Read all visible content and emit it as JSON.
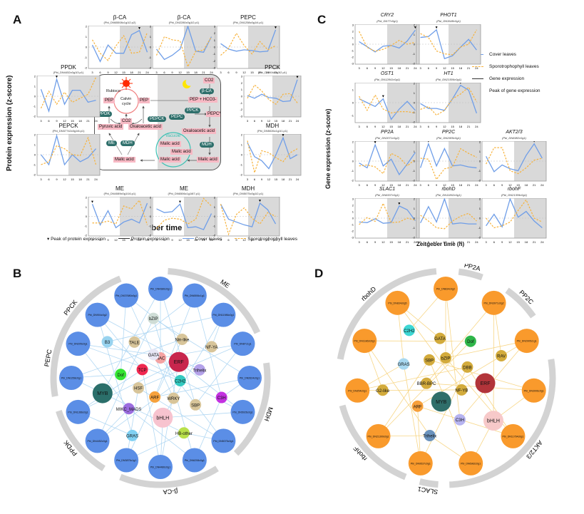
{
  "panels": {
    "A": {
      "letter": "A",
      "ylabel": "Protein expression (z-score)",
      "xlabel": "Zeitgeber time (h)"
    },
    "B": {
      "letter": "B"
    },
    "C": {
      "letter": "C",
      "ylabel": "Gene expression (z-score)",
      "xlabel": "Zeitgeber time (h)"
    },
    "D": {
      "letter": "D"
    }
  },
  "colors": {
    "cover": "#6f9ee8",
    "sporo": "#f7b23b",
    "night": "#d9d9d9",
    "node_blue": "#5b8ee6",
    "node_orange": "#f99a2c",
    "edge_blue": "#aad4f2",
    "edge_orange": "#f7d27a"
  },
  "legendA": {
    "peak": "Peak of protein expression",
    "expr": "Protein expression",
    "cover": "Cover leaves",
    "sporo": "Sporotrophophyll leaves"
  },
  "legendC": {
    "cover": "Cover leaves",
    "sporo": "Sporotrophophyll leaves",
    "expr": "Gene expression",
    "peak": "Peak of gene expression"
  },
  "xticks": [
    "3",
    "6",
    "9",
    "12",
    "15",
    "18",
    "21",
    "24"
  ],
  "diagram": {
    "rubisco": "Rubisco",
    "calvin1": "Calvin",
    "calvin2": "cycle",
    "pep_left": "PEP",
    "pep_mid": "PEP",
    "co2_mid": "CO2",
    "co2_top": "CO2",
    "pep_plus_hco3": "PEP + HCO3-",
    "pepc_star": "PEPC*",
    "pyruvic": "Pyruvic acid",
    "oaa_left": "Oxaloacetic acid",
    "oaa_right": "Oxaloacetic acid",
    "vacuole": "Vacuole",
    "malic1": "Malic acid",
    "malic2": "Malic acid",
    "malic3": "Malic acid",
    "malic_left": "Malic acid",
    "malic_right": "Malic acid",
    "enz_ppdk": "PPDK",
    "enz_pepck": "PEPCK",
    "enz_pepc": "PEPC",
    "enz_ppck": "PPCK",
    "enz_bca": "β-CA",
    "enz_me": "ME",
    "enz_mdh_left": "MDH",
    "enz_mdh_right": "MDH"
  },
  "chart_data": [
    {
      "type": "line",
      "panel": "A",
      "title": "β-CA",
      "subtitle": "(Pbi_DN65508c1g1i2.p2)",
      "x": [
        3,
        6,
        9,
        12,
        15,
        18,
        21,
        24
      ],
      "ylim": [
        -2,
        2
      ],
      "series": [
        {
          "name": "Cover leaves",
          "values": [
            0.2,
            -1.4,
            0.2,
            -0.6,
            -0.6,
            1.2,
            1.6,
            -0.5
          ]
        },
        {
          "name": "Sporotrophophyll leaves",
          "values": [
            0.7,
            -0.6,
            -1.3,
            0.1,
            1.1,
            -0.6,
            -0.5,
            1.4
          ]
        }
      ],
      "peak_x": 21
    },
    {
      "type": "line",
      "panel": "A",
      "title": "β-CA",
      "subtitle": "(Pbi_DN2280c0g1i2.p1)",
      "x": [
        3,
        6,
        9,
        12,
        15,
        18,
        21,
        24
      ],
      "ylim": [
        -2,
        2
      ],
      "series": [
        {
          "name": "Cover leaves",
          "values": [
            -0.2,
            -1.2,
            -0.8,
            -0.2,
            2.0,
            -0.4,
            -0.5,
            1.0
          ]
        },
        {
          "name": "Sporotrophophyll leaves",
          "values": [
            -0.8,
            1.0,
            0.7,
            0.6,
            -1.9,
            -0.4,
            -0.3,
            1.0
          ]
        }
      ],
      "peak_x": 15
    },
    {
      "type": "line",
      "panel": "A",
      "title": "PEPC",
      "subtitle": "(Pbi_DN1258c0g1i4.p1)",
      "x": [
        3,
        6,
        9,
        12,
        15,
        18,
        21,
        24
      ],
      "ylim": [
        -3,
        3
      ],
      "series": [
        {
          "name": "Cover leaves",
          "values": [
            0.5,
            -0.3,
            -0.6,
            -0.4,
            -0.5,
            -0.7,
            -0.6,
            2.5
          ]
        },
        {
          "name": "Sporotrophophyll leaves",
          "values": [
            -1.2,
            -0.2,
            2.0,
            0.2,
            -1.0,
            0.8,
            -0.4,
            0.2
          ]
        }
      ],
      "peak_x": 24
    },
    {
      "type": "line",
      "panel": "A",
      "title": "PPDK",
      "subtitle": "(Pbi_DN4452c0g1i3.p1)",
      "x": [
        3,
        6,
        9,
        12,
        15,
        18,
        21,
        24
      ],
      "ylim": [
        -2,
        2
      ],
      "series": [
        {
          "name": "Cover leaves",
          "values": [
            0.7,
            -1.5,
            1.7,
            -0.8,
            0.6,
            0.6,
            -0.6,
            -0.4
          ]
        },
        {
          "name": "Sporotrophophyll leaves",
          "values": [
            -1.2,
            0.5,
            -0.8,
            0.4,
            -0.6,
            -0.2,
            0.2,
            1.9
          ]
        }
      ],
      "peak_x": 9
    },
    {
      "type": "line",
      "panel": "A",
      "title": "PPCK",
      "subtitle": "(Pbi_DN904c0g3i2.p1)",
      "x": [
        3,
        6,
        9,
        12,
        15,
        18,
        21,
        24
      ],
      "ylim": [
        -3,
        3
      ],
      "series": [
        {
          "name": "Cover leaves",
          "values": [
            0.1,
            -0.3,
            0.3,
            -0.2,
            -0.3,
            -0.8,
            -0.7,
            2.5
          ]
        },
        {
          "name": "Sporotrophophyll leaves",
          "values": [
            -0.3,
            1.7,
            0.8,
            -0.5,
            -1.2,
            0.3,
            0.4,
            -1.0
          ]
        }
      ],
      "peak_x": 24
    },
    {
      "type": "line",
      "panel": "A",
      "title": "PEPCK",
      "subtitle": "(Pbi_DN37742c0g1i6.p1)",
      "x": [
        3,
        6,
        9,
        12,
        15,
        18,
        21,
        24
      ],
      "ylim": [
        -2,
        2
      ],
      "series": [
        {
          "name": "Cover leaves",
          "values": [
            0.0,
            -1.0,
            1.9,
            -1.0,
            0.0,
            -0.7,
            -0.3,
            0.6
          ]
        },
        {
          "name": "Sporotrophophyll leaves",
          "values": [
            -1.0,
            -0.7,
            0.9,
            0.6,
            0.0,
            -0.1,
            1.7,
            -1.0
          ]
        }
      ],
      "peak_x": 9
    },
    {
      "type": "line",
      "panel": "A",
      "title": "MDH",
      "subtitle": "(Pbi_DN5026c1g1i1.p1)",
      "x": [
        3,
        6,
        9,
        12,
        15,
        18,
        21,
        24
      ],
      "ylim": [
        -2,
        2
      ],
      "series": [
        {
          "name": "Cover leaves",
          "values": [
            1.2,
            -0.2,
            -0.6,
            -1.4,
            0.0,
            1.7,
            -0.4,
            0.0
          ]
        },
        {
          "name": "Sporotrophophyll leaves",
          "values": [
            1.4,
            -1.8,
            0.4,
            0.2,
            -0.3,
            -0.7,
            0.2,
            0.6
          ]
        }
      ],
      "peak_x": 18
    },
    {
      "type": "line",
      "panel": "A",
      "title": "ME",
      "subtitle": "(Pbi_DN4089c0g1i16.p1)",
      "x": [
        3,
        6,
        9,
        12,
        15,
        18,
        21,
        24
      ],
      "ylim": [
        -2,
        2
      ],
      "series": [
        {
          "name": "Cover leaves",
          "values": [
            1.3,
            -0.9,
            0.6,
            -1.2,
            -0.6,
            -0.3,
            -0.7,
            1.4
          ]
        },
        {
          "name": "Sporotrophophyll leaves",
          "values": [
            -0.7,
            -0.7,
            -0.5,
            -0.8,
            1.1,
            0.8,
            1.7,
            -0.9
          ]
        }
      ],
      "peak_x": 3
    },
    {
      "type": "line",
      "panel": "A",
      "title": "ME",
      "subtitle": "(Pbi_DN6506c1g1i87.p1)",
      "x": [
        3,
        6,
        9,
        12,
        15,
        18,
        21,
        24
      ],
      "ylim": [
        -2,
        2
      ],
      "series": [
        {
          "name": "Cover leaves",
          "values": [
            0.8,
            0.4,
            0.5,
            1.3,
            -1.2,
            -1.1,
            -1.4,
            0.3
          ]
        },
        {
          "name": "Sporotrophophyll leaves",
          "values": [
            -1.3,
            -0.4,
            -0.2,
            -0.3,
            -0.8,
            -0.3,
            1.9,
            1.1
          ]
        }
      ],
      "peak_x": 12
    },
    {
      "type": "line",
      "panel": "A",
      "title": "MDH",
      "subtitle": "(Pbi_DN5075c0g1i2.p1)",
      "x": [
        3,
        6,
        9,
        12,
        15,
        18,
        21,
        24
      ],
      "ylim": [
        -2,
        2
      ],
      "series": [
        {
          "name": "Cover leaves",
          "values": [
            1.3,
            -0.3,
            -0.6,
            -0.9,
            -1.1,
            1.4,
            0.7,
            -0.8
          ]
        },
        {
          "name": "Sporotrophophyll leaves",
          "values": [
            1.3,
            -1.9,
            0.2,
            0.9,
            -0.2,
            -0.8,
            0.4,
            0.0
          ]
        }
      ],
      "peak_x": 18
    },
    {
      "type": "line",
      "panel": "C",
      "title": "CRY2",
      "subtitle": "(Pbi_DN77c0g1)",
      "x": [
        3,
        6,
        9,
        12,
        15,
        18,
        21,
        24
      ],
      "ylim": [
        -3,
        3
      ],
      "series": [
        {
          "name": "Cover leaves",
          "values": [
            0.4,
            -0.4,
            -1.2,
            -0.3,
            -0.2,
            -0.6,
            0.5,
            2.2
          ]
        },
        {
          "name": "Sporotrophophyll leaves",
          "values": [
            2.0,
            -0.5,
            -1.1,
            -0.8,
            -0.2,
            0.6,
            0.0,
            0.3
          ]
        }
      ],
      "peak_x": 24
    },
    {
      "type": "line",
      "panel": "C",
      "title": "PHOT1",
      "subtitle": "(Pbi_DN3648c0g1)",
      "x": [
        3,
        6,
        9,
        12,
        15,
        18,
        21,
        24
      ],
      "ylim": [
        -2,
        2
      ],
      "series": [
        {
          "name": "Cover leaves",
          "values": [
            0.7,
            0.8,
            1.5,
            -1.5,
            -1.2,
            -0.3,
            0.5,
            -0.6
          ]
        },
        {
          "name": "Sporotrophophyll leaves",
          "values": [
            1.1,
            0.7,
            -0.7,
            -1.0,
            -1.1,
            -0.3,
            0.0,
            1.5
          ]
        }
      ],
      "peak_x": 9
    },
    {
      "type": "line",
      "panel": "C",
      "title": "OST1",
      "subtitle": "(Pbi_DN12841c0g1)",
      "x": [
        3,
        6,
        9,
        12,
        15,
        18,
        21,
        24
      ],
      "ylim": [
        -1.5,
        1.5
      ],
      "series": [
        {
          "name": "Cover leaves",
          "values": [
            0.3,
            0.0,
            -0.3,
            0.3,
            -1.3,
            -0.5,
            0.1,
            -0.6
          ]
        },
        {
          "name": "Sporotrophophyll leaves",
          "values": [
            0.5,
            -0.6,
            0.6,
            -0.5,
            -0.8,
            -0.7,
            -0.7,
            -0.8
          ]
        }
      ],
      "peak_x": 12
    },
    {
      "type": "line",
      "panel": "C",
      "title": "HT1",
      "subtitle": "(Pbi_DN21506c0g1)",
      "x": [
        3,
        6,
        9,
        12,
        15,
        18,
        21,
        24
      ],
      "ylim": [
        -2,
        2
      ],
      "series": [
        {
          "name": "Cover leaves",
          "values": [
            -0.1,
            -0.6,
            -0.6,
            -0.8,
            0.4,
            1.8,
            1.3,
            -1.1
          ]
        },
        {
          "name": "Sporotrophophyll leaves",
          "values": [
            -0.7,
            -0.4,
            -1.3,
            -0.8,
            0.4,
            0.9,
            1.6,
            0.1
          ]
        }
      ],
      "peak_x": 18
    },
    {
      "type": "line",
      "panel": "C",
      "title": "PP2A",
      "subtitle": "(Pbi_DN3071c0g2)",
      "x": [
        3,
        6,
        9,
        12,
        15,
        18,
        21,
        24
      ],
      "ylim": [
        -2,
        2
      ],
      "series": [
        {
          "name": "Cover leaves",
          "values": [
            -0.2,
            -0.7,
            1.7,
            -0.5,
            0.2,
            -1.4,
            -0.3,
            0.9
          ]
        },
        {
          "name": "Sporotrophophyll leaves",
          "values": [
            -0.5,
            -0.4,
            -0.6,
            -1.3,
            0.8,
            0.4,
            -0.5,
            0.2
          ]
        }
      ],
      "peak_x": 9
    },
    {
      "type": "line",
      "panel": "C",
      "title": "PP2C",
      "subtitle": "(Pbi_DN2905c0g1)",
      "x": [
        3,
        6,
        9,
        12,
        15,
        18,
        21,
        24
      ],
      "ylim": [
        -2,
        2
      ],
      "series": [
        {
          "name": "Cover leaves",
          "values": [
            -0.7,
            1.8,
            -0.5,
            1.3,
            -0.5,
            -0.4,
            -0.6,
            -0.7
          ]
        },
        {
          "name": "Sporotrophophyll leaves",
          "values": [
            0.3,
            0.2,
            -1.9,
            -0.8,
            -0.6,
            1.3,
            0.8,
            0.4
          ]
        }
      ],
      "peak_x": 6
    },
    {
      "type": "line",
      "panel": "C",
      "title": "AKT2/3",
      "subtitle": "(Pbi_DN6982c0g1)",
      "x": [
        3,
        6,
        9,
        12,
        15,
        18,
        21,
        24
      ],
      "ylim": [
        -2,
        2
      ],
      "series": [
        {
          "name": "Cover leaves",
          "values": [
            0.5,
            -1.1,
            -0.4,
            -0.8,
            -1.0,
            0.6,
            1.8,
            0.3
          ]
        },
        {
          "name": "Sporotrophophyll leaves",
          "values": [
            -0.3,
            1.4,
            1.4,
            -1.0,
            -1.3,
            -0.7,
            0.1,
            0.3
          ]
        }
      ],
      "peak_x": 21
    },
    {
      "type": "line",
      "panel": "C",
      "title": "SLAC1",
      "subtitle": "(Pbi_DN6537c0g1)",
      "x": [
        3,
        6,
        9,
        12,
        15,
        18,
        21,
        24
      ],
      "ylim": [
        -3,
        3
      ],
      "series": [
        {
          "name": "Cover leaves",
          "values": [
            -0.6,
            -0.7,
            -0.1,
            -0.8,
            -0.7,
            1.9,
            1.3,
            -0.4
          ]
        },
        {
          "name": "Sporotrophophyll leaves",
          "values": [
            -1.0,
            0.1,
            -0.5,
            2.3,
            -0.7,
            -0.6,
            0.0,
            -0.3
          ]
        }
      ],
      "peak_x": 18
    },
    {
      "type": "line",
      "panel": "C",
      "title": "rbohD",
      "subtitle": "(Pbi_DN11862c0g1)",
      "x": [
        3,
        6,
        9,
        12,
        15,
        18,
        21,
        24
      ],
      "ylim": [
        -2,
        2
      ],
      "series": [
        {
          "name": "Cover leaves",
          "values": [
            -0.5,
            1.2,
            -0.4,
            2.0,
            -0.6,
            -0.5,
            -0.6,
            -0.6
          ]
        },
        {
          "name": "Sporotrophophyll leaves",
          "values": [
            0.3,
            -0.3,
            -1.0,
            -1.1,
            -0.3,
            0.2,
            0.5,
            -0.3
          ]
        }
      ],
      "peak_x": 12
    },
    {
      "type": "line",
      "panel": "C",
      "title": "rbohF",
      "subtitle": "(Pbi_DN21309c0g1)",
      "x": [
        3,
        6,
        9,
        12,
        15,
        18,
        21,
        24
      ],
      "ylim": [
        -2,
        2
      ],
      "series": [
        {
          "name": "Cover leaves",
          "values": [
            -0.8,
            0.4,
            -0.9,
            2.0,
            0.1,
            0.7,
            -0.3,
            -1.0
          ]
        },
        {
          "name": "Sporotrophophyll leaves",
          "values": [
            0.0,
            -1.0,
            -0.8,
            -0.4,
            0.8,
            1.9,
            0.0,
            -0.4
          ]
        }
      ],
      "peak_x": 12
    }
  ],
  "networkB": {
    "arcs": [
      "PPCK",
      "ME",
      "MDH",
      "β-CA",
      "PPDK",
      "PEPC"
    ],
    "genes": [
      "Pbi_DN4380c0g1",
      "Pbi_DN6506c1g1",
      "Pbi_DN11986c0g1",
      "Pbi_DN87c1g1",
      "Pbi_DN2624c0g1",
      "Pbi_DN5026c0g1",
      "Pbi_DN5075c0g1",
      "Pbi_DN6208c0g1",
      "Pbi_DN4480c0g1",
      "Pbi_DN3875c1g1",
      "Pbi_DN4452c0g1",
      "Pbi_DN1366c0g1",
      "Pbi_DN1258c0g1",
      "Pbi_DN205c0g1",
      "Pbi_DN904c0g2",
      "Pbi_DN37680c0g1"
    ],
    "tfs": [
      "NAC",
      "Nin-like",
      "NF-YA",
      "ERF",
      "Trihelix",
      "C3H",
      "C2H2",
      "SBP",
      "HB-other",
      "WRKY",
      "bHLH",
      "GRAS",
      "ARF",
      "MIKC_MADS",
      "MYB",
      "HSF",
      "Dof",
      "B3",
      "TCP",
      "TALE",
      "bZIP",
      "GATA"
    ]
  },
  "networkD": {
    "arcs": [
      "rbohD",
      "PP2A",
      "PP2C",
      "AKT2/3",
      "SLAC1",
      "rbohF"
    ],
    "genes": [
      "Pbi_DN834c0g2",
      "Pbi_DN3071c0g2",
      "Pbi_DN2905c1g1",
      "Pbi_DN3006c0g1",
      "Pbi_DN11764c0g1",
      "Pbi_DN6982c0g1",
      "Pbi_DN9537c0g1",
      "Pbi_DN21309c0g1",
      "Pbi_DN254c0g1",
      "Pbi_DN11862c0g1",
      "Pbi_DN834c0g5"
    ],
    "tfs": [
      "bZIP",
      "Dof",
      "RAV",
      "DBB",
      "ERF",
      "bHLH",
      "NF-YB",
      "C3H",
      "Trihelix",
      "MYB",
      "ARF",
      "G2-like",
      "BBR-BPC",
      "GRAS",
      "C2H2",
      "SBP",
      "GATA"
    ]
  }
}
